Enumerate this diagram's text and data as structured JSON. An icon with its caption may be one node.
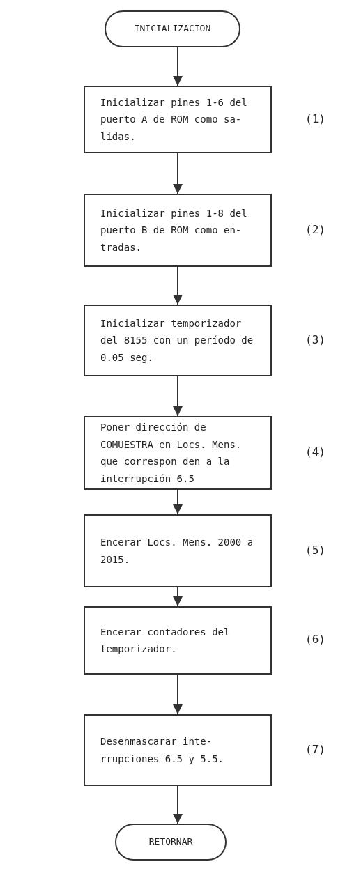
{
  "diagram": {
    "nodes": [
      {
        "text": [
          "INICIALIZACION"
        ]
      },
      {
        "text": [
          "Inicializar pines 1-6 del puerto A de ROM como sa- lidas."
        ],
        "beside": [
          "(1)"
        ]
      },
      {
        "text": [
          "Inicializar pines 1-8 del puerto B de ROM como en- tradas."
        ],
        "beside": [
          "(2)"
        ]
      },
      {
        "text": [
          "Inicializar temporizador del 8155 con un período de 0.05 seg."
        ],
        "beside": [
          "(3)"
        ]
      },
      {
        "text": [
          "Poner dirección de COMUESTRA en Locs. Mens. que correspon den a la interrupción 6.5"
        ],
        "beside": [
          "(4)"
        ]
      },
      {
        "text": [
          "Encerar Locs. Mens. 2000 a 2015."
        ],
        "beside": [
          "(5)"
        ]
      },
      {
        "text": [
          "Encerar contadores del temporizador."
        ],
        "beside": [
          "(6)"
        ]
      },
      {
        "text": [
          "Desenmascarar inte- rrupciones 6.5 y 5.5."
        ],
        "beside": [
          "(7)"
        ]
      },
      {
        "text": [
          "RETORNAR"
        ]
      }
    ],
    "edges": [
      {
        "from": 0,
        "to": 1,
        "arrow": "to"
      },
      {
        "from": 1,
        "to": 2,
        "arrow": "to"
      },
      {
        "from": 2,
        "to": 3,
        "arrow": "to"
      },
      {
        "from": 3,
        "to": 4,
        "arrow": "to"
      },
      {
        "from": 4,
        "to": 5,
        "arrow": "to"
      },
      {
        "from": 5,
        "to": 6,
        "arrow": "to"
      },
      {
        "from": 6,
        "to": 7,
        "arrow": "to"
      },
      {
        "from": 7,
        "to": 8,
        "arrow": "to"
      }
    ]
  }
}
